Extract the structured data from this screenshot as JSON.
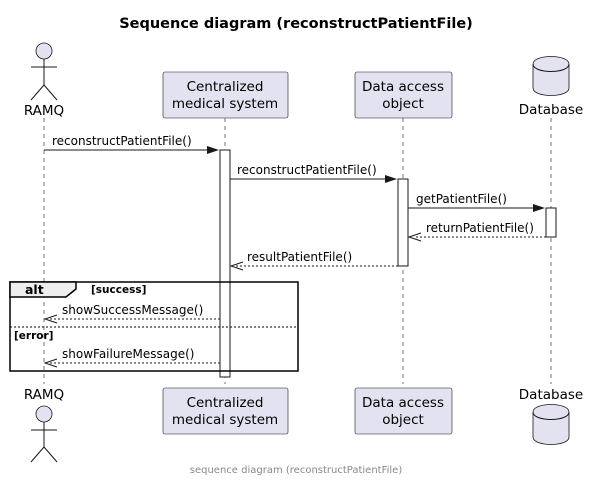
{
  "title": "Sequence diagram (reconstructPatientFile)",
  "footer": "sequence diagram (reconstructPatientFile)",
  "participants": {
    "ramq": {
      "label": "RAMQ"
    },
    "central": {
      "line1": "Centralized",
      "line2": "medical system"
    },
    "dao": {
      "line1": "Data access",
      "line2": "object"
    },
    "db": {
      "label": "Database"
    }
  },
  "messages": {
    "m1": "reconstructPatientFile()",
    "m2": "reconstructPatientFile()",
    "m3": "getPatientFile()",
    "m4": "returnPatientFile()",
    "m5": "resultPatientFile()",
    "m6": "showSuccessMessage()",
    "m7": "showFailureMessage()"
  },
  "alt": {
    "label": "alt",
    "guard_success": "[success]",
    "guard_error": "[error]"
  },
  "colors": {
    "participant_fill": "#e2e2f0",
    "line": "#181818",
    "footer_text": "#888888"
  }
}
